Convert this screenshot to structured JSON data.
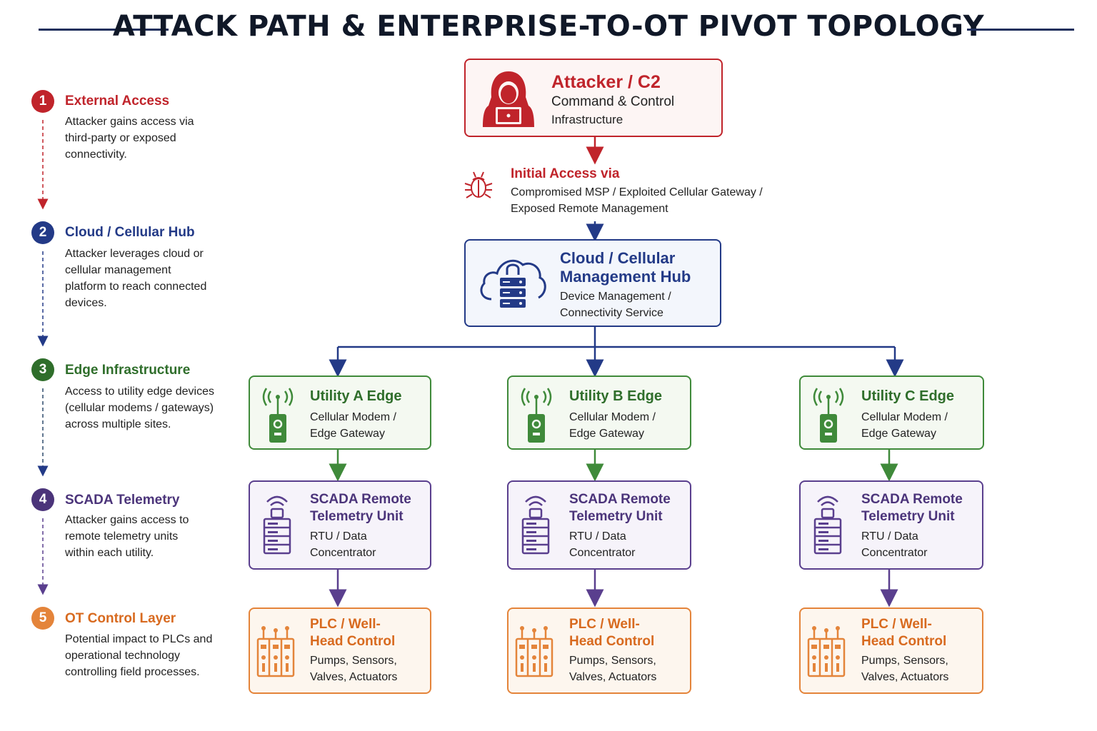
{
  "title": "ATTACK PATH & ENTERPRISE-TO-OT PIVOT TOPOLOGY",
  "colors": {
    "red": "#c0242b",
    "navy": "#233a87",
    "green": "#3f8a3a",
    "purple": "#5a3f8e",
    "orange": "#e4843a"
  },
  "steps": [
    {
      "num": "1",
      "title": "External Access",
      "desc": "Attacker gains access via third-party or exposed connectivity."
    },
    {
      "num": "2",
      "title": "Cloud / Cellular Hub",
      "desc": "Attacker leverages cloud or cellular management platform to reach connected devices."
    },
    {
      "num": "3",
      "title": "Edge Infrastructure",
      "desc": "Access to utility edge devices (cellular modems / gateways) across multiple sites."
    },
    {
      "num": "4",
      "title": "SCADA Telemetry",
      "desc": "Attacker gains access to remote telemetry units within each utility."
    },
    {
      "num": "5",
      "title": "OT Control Layer",
      "desc": "Potential impact to PLCs and operational technology controlling field processes."
    }
  ],
  "attacker": {
    "title": "Attacker / C2",
    "line1": "Command & Control",
    "line2": "Infrastructure",
    "icon": "hooded-attacker-icon"
  },
  "initial_access": {
    "title": "Initial Access via",
    "line1": "Compromised MSP / Exploited Cellular Gateway /",
    "line2": "Exposed Remote Management",
    "icon": "bug-icon"
  },
  "hub": {
    "title1": "Cloud / Cellular",
    "title2": "Management Hub",
    "line1": "Device Management /",
    "line2": "Connectivity Service",
    "icon": "cloud-server-lock-icon"
  },
  "columns": [
    {
      "edge": {
        "title": "Utility A Edge",
        "line1": "Cellular Modem /",
        "line2": "Edge Gateway"
      },
      "rtu": {
        "title1": "SCADA Remote",
        "title2": "Telemetry Unit",
        "line1": "RTU / Data",
        "line2": "Concentrator"
      },
      "plc": {
        "title1": "PLC / Well-",
        "title2": "Head Control",
        "line1": "Pumps, Sensors,",
        "line2": "Valves, Actuators"
      }
    },
    {
      "edge": {
        "title": "Utility B Edge",
        "line1": "Cellular Modem /",
        "line2": "Edge Gateway"
      },
      "rtu": {
        "title1": "SCADA Remote",
        "title2": "Telemetry Unit",
        "line1": "RTU / Data",
        "line2": "Concentrator"
      },
      "plc": {
        "title1": "PLC / Well-",
        "title2": "Head Control",
        "line1": "Pumps, Sensors,",
        "line2": "Valves, Actuators"
      }
    },
    {
      "edge": {
        "title": "Utility C Edge",
        "line1": "Cellular Modem /",
        "line2": "Edge Gateway"
      },
      "rtu": {
        "title1": "SCADA Remote",
        "title2": "Telemetry Unit",
        "line1": "RTU / Data",
        "line2": "Concentrator"
      },
      "plc": {
        "title1": "PLC / Well-",
        "title2": "Head Control",
        "line1": "Pumps, Sensors,",
        "line2": "Valves, Actuators"
      }
    }
  ]
}
